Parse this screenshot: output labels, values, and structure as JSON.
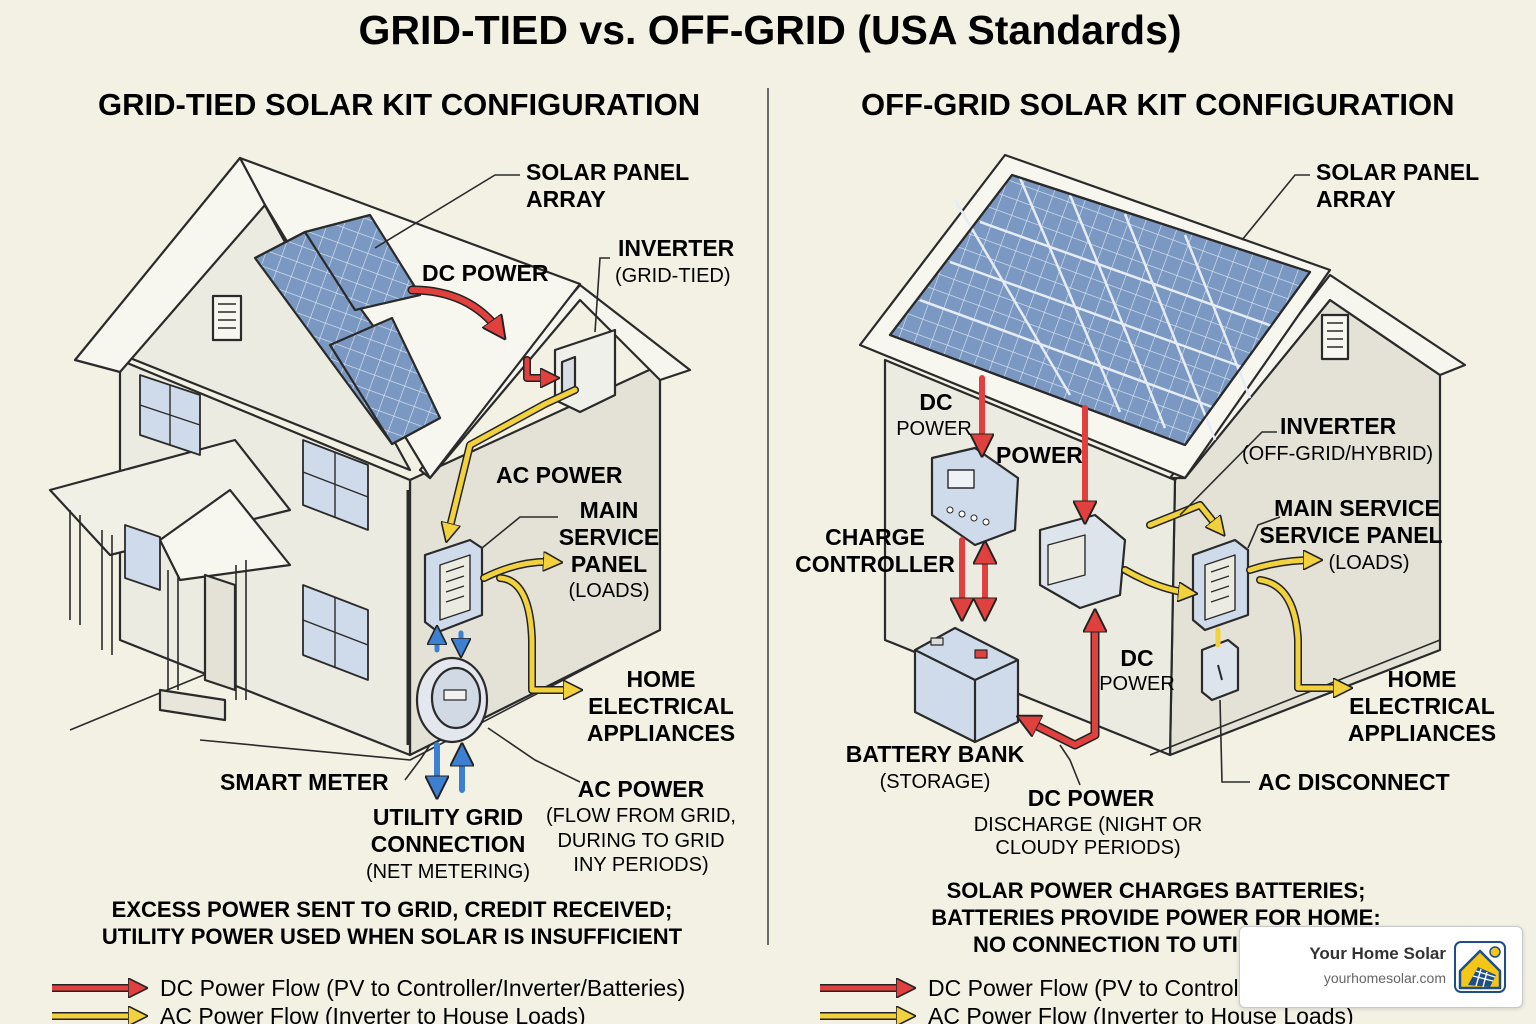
{
  "title": "GRID-TIED vs. OFF-GRID (USA Standards)",
  "left": {
    "heading": "GRID-TIED SOLAR KIT CONFIGURATION",
    "solar_panel": [
      "SOLAR PANEL",
      "ARRAY"
    ],
    "dc_power": "DC POWER",
    "inverter": "INVERTER",
    "inverter_sub": "(GRID-TIED)",
    "ac_power": "AC POWER",
    "main_panel": [
      "MAIN",
      "SERVICE",
      "PANEL"
    ],
    "main_panel_sub": "(LOADS)",
    "home_appliances": [
      "HOME",
      "ELECTRICAL",
      "APPLIANCES"
    ],
    "smart_meter": "SMART METER",
    "utility": [
      "UTILITY GRID",
      "CONNECTION"
    ],
    "utility_sub": "(NET METERING)",
    "ac_power_flow": "AC POWER",
    "ac_power_flow_sub": [
      "(FLOW FROM GRID,",
      "DURING TO GRID",
      "INY PERIODS)"
    ],
    "note": [
      "EXCESS POWER SENT TO GRID, CREDIT RECEIVED;",
      "UTILITY POWER USED WHEN SOLAR IS INSUFFICIENT"
    ]
  },
  "right": {
    "heading": "OFF-GRID SOLAR KIT CONFIGURATION",
    "solar_panel": [
      "SOLAR PANEL",
      "ARRAY"
    ],
    "dc_power_top": [
      "DC",
      "POWER"
    ],
    "power": "POWER",
    "inverter": "INVERTER",
    "inverter_sub": "(OFF-GRID/HYBRID)",
    "charge_controller": [
      "CHARGE",
      "CONTROLLER"
    ],
    "main_panel": [
      "MAIN SERVICE",
      "SERVICE PANEL"
    ],
    "main_panel_sub": "(LOADS)",
    "home_appliances": [
      "HOME",
      "ELECTRICAL",
      "APPLIANCES"
    ],
    "dc_power_mid": [
      "DC",
      "POWER"
    ],
    "battery": "BATTERY BANK",
    "battery_sub": "(STORAGE)",
    "dc_power_bottom": "DC POWER",
    "dc_power_bottom_sub": [
      "DISCHARGE (NIGHT OR",
      "CLOUDY PERIODS)"
    ],
    "ac_disconnect": "AC DISCONNECT",
    "note": [
      "SOLAR POWER CHARGES BATTERIES;",
      "BATTERIES PROVIDE POWER FOR HOME:",
      "NO CONNECTION TO UTIL"
    ]
  },
  "legend": {
    "dc": "DC Power Flow (PV to Controller/Inverter/Batteries)",
    "ac": "AC Power Flow (Inverter to House Loads)",
    "dc_right": "DC Power Flow (PV to Controlle",
    "ac_right": "AC Power Flow (Inverter to House Loads)"
  },
  "badge": {
    "name": "Your Home Solar",
    "url": "yourhomesolar.com"
  },
  "colors": {
    "background": "#f3f1e4",
    "dc_arrow": "#e0403e",
    "ac_arrow": "#f2d23c",
    "grid_arrow": "#3d7fd0",
    "panel": "#6f8fb8",
    "wall": "#eceae0"
  }
}
